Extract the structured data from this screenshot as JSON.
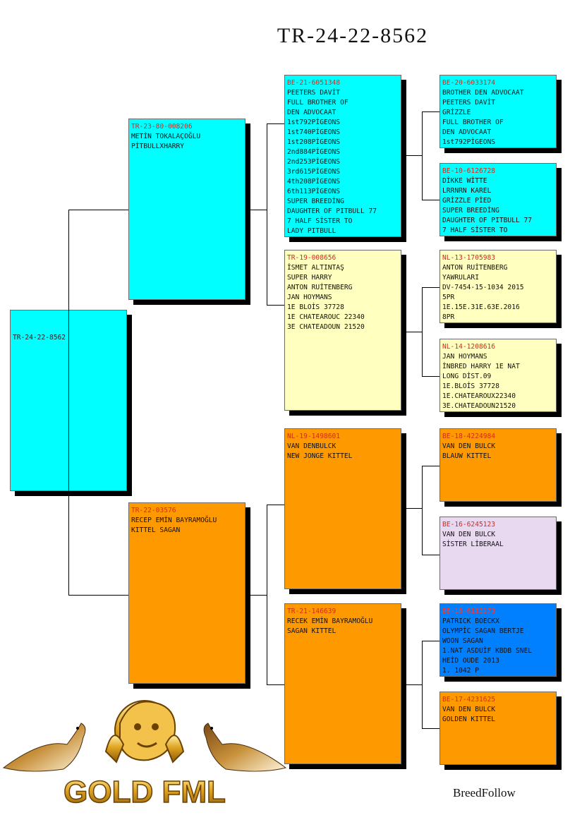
{
  "title": "TR-24-22-8562",
  "brand": "BreedFollow",
  "logo_text": "GOLD FML",
  "colors": {
    "cyan": "#00ffff",
    "yellow": "#ffffc0",
    "orange": "#ff9900",
    "lavender": "#e8d8f0",
    "blue": "#0080ff",
    "ring": "#d42a1a"
  },
  "pedigree": {
    "subject": {
      "ring": "TR-24-22-8562",
      "lines": []
    },
    "sire": {
      "ring": "TR-23-80-008206",
      "lines": [
        "METİN TOKALAÇOĞLU",
        "PİTBULLXHARRY"
      ]
    },
    "dam": {
      "ring": "TR-22-03576",
      "lines": [
        "RECEP EMİN BAYRAMOĞLU",
        "KITTEL SAGAN"
      ]
    },
    "ss": {
      "ring": "BE-21-6051348",
      "lines": [
        "PEETERS DAVİT",
        "FULL BROTHER OF",
        "DEN ADVOCAAT",
        "1st792PİGEONS",
        "1st740PİGEONS",
        "1st208PİGEONS",
        "2nd884PİGEONS",
        "2nd253PİGEONS",
        "3rd615PİGEONS",
        "4th208PİGEONS",
        "6th113PİGEONS",
        "SUPER BREEDİNG",
        "DAUGHTER OF PITBULL 77",
        "7 HALF SİSTER TO",
        "LADY PITBULL"
      ]
    },
    "sd": {
      "ring": "TR-19-008656",
      "lines": [
        "İSMET ALTINTAŞ",
        "SUPER HARRY",
        "ANTON RUİTENBERG",
        "JAN HOYMANS",
        "1E BLOİS 37728",
        "1E CHATEAROUC 22340",
        "3E CHATEADOUN 21520"
      ]
    },
    "ds": {
      "ring": "NL-19-1498601",
      "lines": [
        "VAN DENBULCK",
        "NEW JONGE KITTEL"
      ]
    },
    "dd": {
      "ring": "TR-21-146639",
      "lines": [
        "RECEK EMİN BAYRAMOĞLU",
        "SAGAN KITTEL"
      ]
    },
    "sss": {
      "ring": "BE-20-6033174",
      "lines": [
        "BROTHER DEN ADVOCAAT",
        "PEETERS DAVİT",
        "GRİZZLE",
        "FULL BROTHER OF",
        "DEN ADVOCAAT",
        "1st792PİGEONS"
      ]
    },
    "ssd": {
      "ring": "BE-10-6126728",
      "lines": [
        "DİKKE WİTTE",
        "LRRNRN KAREL",
        "GRİZZLE PİED",
        "SUPER BREEDİNG",
        "DAUGHTER OF PITBULL 77",
        "7 HALF SİSTER TO"
      ]
    },
    "sds": {
      "ring": "NL-13-1705983",
      "lines": [
        "ANTON RUİTENBERG",
        "YAWRULARI",
        "DV-7454-15-1034 2015",
        "5PR",
        "1E.15E.31E.63E.2016",
        "8PR"
      ]
    },
    "sdd": {
      "ring": "NL-14-1208616",
      "lines": [
        "JAN HOYMANS",
        "İNBRED HARRY 1E NAT",
        "LONG DİST.09",
        "1E.BLOİS 37728",
        "1E.CHATEAROUX22340",
        "3E.CHATEADOUN21520"
      ]
    },
    "dss": {
      "ring": "BE-18-4224984",
      "lines": [
        "VAN DEN BULCK",
        "BLAUW KITTEL"
      ]
    },
    "dsd": {
      "ring": "BE-16-6245123",
      "lines": [
        "VAN DEN BULCK",
        "SİSTER LİBERAAL"
      ]
    },
    "dds": {
      "ring": "BE-18-6113173",
      "lines": [
        "PATRICK BOECKX",
        "OLYMPİC SAGAN BERTJE",
        "WOON SAGAN",
        "1.NAT ASDUİF KBDB SNEL",
        "HEİD OUDE 2013",
        "1. 1042 P"
      ]
    },
    "ddd": {
      "ring": "BE-17-4231625",
      "lines": [
        "VAN DEN BULCK",
        "GOLDEN KITTEL"
      ]
    }
  }
}
